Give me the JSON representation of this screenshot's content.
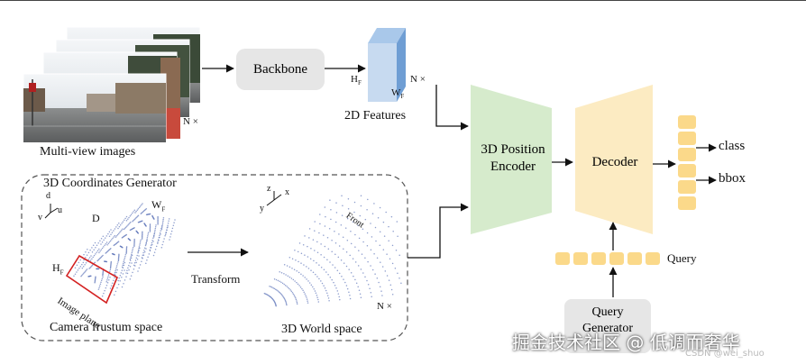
{
  "inputs": {
    "multiview_label": "Multi-view images",
    "n_times": "N ×"
  },
  "backbone": {
    "label": "Backbone"
  },
  "features": {
    "label": "2D Features",
    "h": "H",
    "h_sub": "F",
    "w": "W",
    "w_sub": "F",
    "n_times": "N ×"
  },
  "coords": {
    "title": "3D Coordinates Generator",
    "frustum": {
      "d_axis": "d",
      "u_axis": "u",
      "v_axis": "v",
      "depth": "D",
      "width": "W",
      "width_sub": "F",
      "height": "H",
      "height_sub": "F",
      "image_plane": "Image plane",
      "caption": "Camera frustum space"
    },
    "transform": "Transform",
    "world": {
      "z_axis": "z",
      "x_axis": "x",
      "y_axis": "y",
      "front": "Front",
      "caption": "3D World space",
      "n_times": "N ×"
    }
  },
  "encoder": {
    "line1": "3D Position",
    "line2": "Encoder"
  },
  "decoder": {
    "label": "Decoder"
  },
  "outputs": {
    "class": "class",
    "bbox": "bbox"
  },
  "query": {
    "label": "Query"
  },
  "query_generator": {
    "line1": "Query",
    "line2": "Generator"
  },
  "watermark": {
    "main": "掘金技术社区 @ 低调而奢华",
    "sub": "CSDN @wei_shuo"
  },
  "colors": {
    "encoder_fill": "#d6ebcc",
    "decoder_fill": "#fcebc2",
    "token_fill": "#fbd98a",
    "backbone_fill": "#e6e6e6",
    "feature_front": "#c7daf0",
    "feature_side": "#6f9ed4",
    "frustum_edge": "#d42222",
    "points": "#5d74b8"
  }
}
